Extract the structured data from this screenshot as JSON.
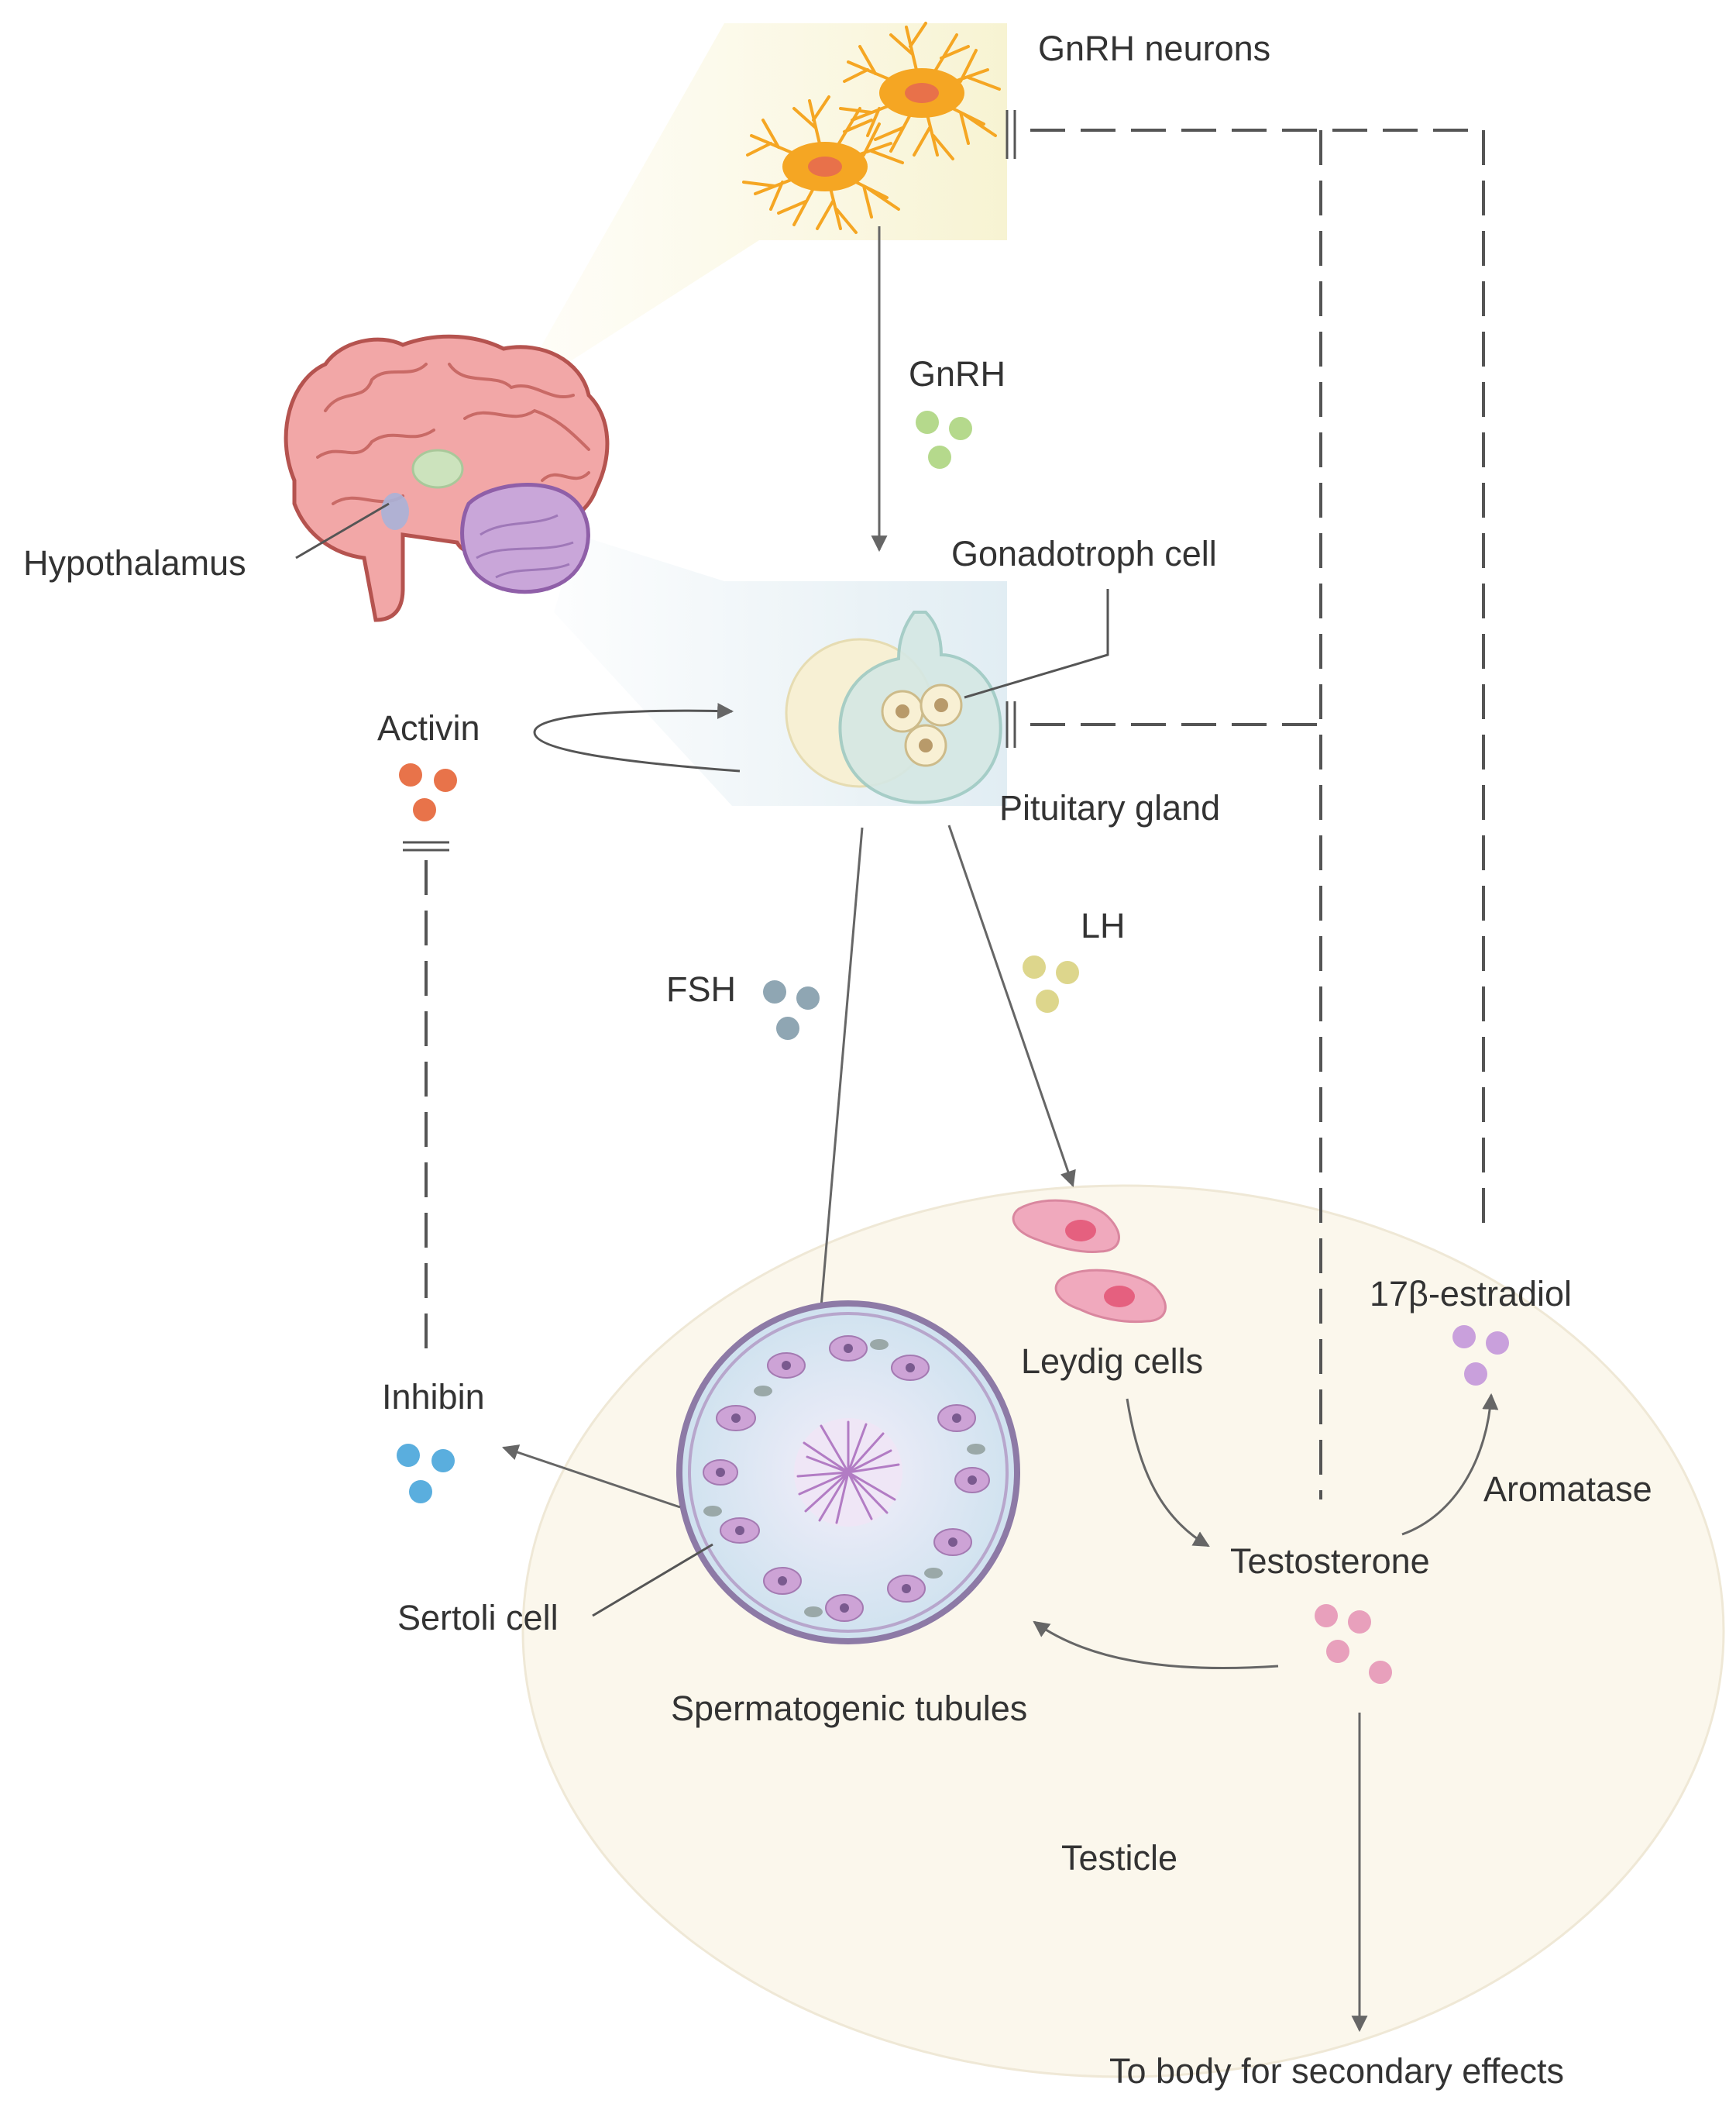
{
  "labels": {
    "gnrh_neurons": "GnRH neurons",
    "gnrh": "GnRH",
    "hypothalamus": "Hypothalamus",
    "gonadotroph_cell": "Gonadotroph cell",
    "activin": "Activin",
    "pituitary_gland": "Pituitary gland",
    "lh": "LH",
    "fsh": "FSH",
    "estradiol": "17β-estradiol",
    "leydig_cells": "Leydig cells",
    "inhibin": "Inhibin",
    "aromatase": "Aromatase",
    "testosterone": "Testosterone",
    "sertoli_cell": "Sertoli cell",
    "spermatogenic_tubules": "Spermatogenic tubules",
    "testicle": "Testicle",
    "to_body": "To body for secondary effects"
  },
  "colors": {
    "gnrh": "#b5d98c",
    "activin": "#e8734a",
    "fsh": "#8fa6b3",
    "lh": "#ddd68c",
    "inhibin": "#5aaede",
    "estradiol": "#c9a0dc",
    "testosterone": "#e8a0bc",
    "testicle_bg": "#fbf7ec",
    "neuron": "#f5a623",
    "brain": "#f2a7a7",
    "cerebellum": "#c9a6d9",
    "pituitary_bg": "#e4eef3",
    "leydig": "#f0a9bd",
    "tubule": "#d6e6f0",
    "arrow": "#666666",
    "text": "#333333"
  }
}
